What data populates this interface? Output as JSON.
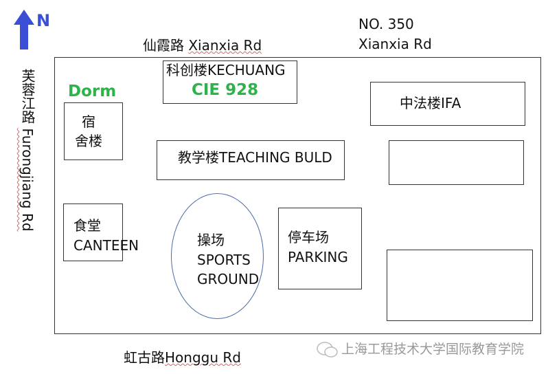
{
  "compass": {
    "label": "N",
    "color": "#3b4fd6"
  },
  "roads": {
    "north": {
      "cn": "仙霞路",
      "en": "Xianxia Rd"
    },
    "address": {
      "line1": "NO. 350",
      "line2": "Xianxia Rd"
    },
    "west": {
      "cn": "芙蓉江路",
      "en": "Furongjiang Rd"
    },
    "south": {
      "cn": "虹古路",
      "en": "Honggu Rd"
    }
  },
  "buildings": {
    "kechuang": {
      "label": "科创楼KECHUANG",
      "highlight": "CIE 928"
    },
    "dorm": {
      "highlight": "Dorm",
      "line1": "宿",
      "line2": "舍楼"
    },
    "teaching": {
      "label": "教学楼TEACHING BULD"
    },
    "ifa": {
      "label": "中法楼IFA"
    },
    "canteen": {
      "line1": "食堂",
      "line2": "CANTEEN"
    },
    "sports": {
      "line1": "操场",
      "line2": "SPORTS",
      "line3": "GROUND"
    },
    "parking": {
      "line1": "停车场",
      "line2": "PARKING"
    }
  },
  "highlight_color": "#2db34a",
  "watermark": {
    "text": "上海工程技术大学国际教育学院"
  }
}
